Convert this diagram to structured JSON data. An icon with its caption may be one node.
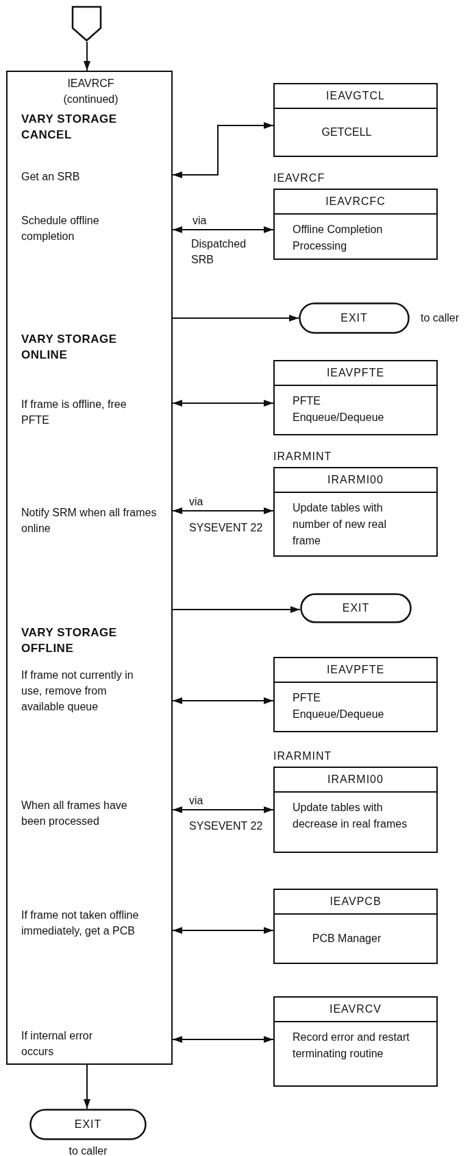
{
  "diagram": {
    "nodes": [
      {
        "text": [],
        "shape": "pentagon"
      },
      {
        "text": [
          "IEAVRCF (continued)",
          "VARY STORAGE CANCEL",
          "Get an SRB",
          "Schedule offline completion",
          "VARY STORAGE ONLINE",
          "If frame is offline, free PFTE",
          "Notify SRM when all frames online",
          "VARY STORAGE OFFLINE",
          "If frame not currently in use, remove from available queue",
          "When all frames have been processed",
          "If frame not taken offline immediately, get a PCB",
          "If internal error occurs"
        ]
      },
      {
        "text": [
          "IEAVGTCL",
          "GETCELL"
        ]
      },
      {
        "text": [
          "IEAVRCF",
          "IEAVRCFC",
          "Offline Completion Processing"
        ]
      },
      {
        "text": [
          "EXIT"
        ],
        "beside": [
          "to caller"
        ]
      },
      {
        "text": [
          "IEAVPFTE",
          "PFTE Enqueue/Dequeue"
        ]
      },
      {
        "text": [
          "IRARMINT",
          "IRARMI00",
          "Update tables with number of new real frame"
        ]
      },
      {
        "text": [
          "EXIT"
        ]
      },
      {
        "text": [
          "IEAVPFTE",
          "PFTE Enqueue/Dequeue"
        ]
      },
      {
        "text": [
          "IRARMINT",
          "IRARMI00",
          "Update tables with decrease in real frames"
        ]
      },
      {
        "text": [
          "IEAVPCB",
          "PCB Manager"
        ]
      },
      {
        "text": [
          "IEAVRCV",
          "Record error and restart terminating routine"
        ]
      },
      {
        "text": [
          "EXIT"
        ],
        "beside": [
          "to caller"
        ]
      }
    ],
    "edges": [
      {
        "from": 0,
        "to": 1,
        "arrow": "to"
      },
      {
        "from": 1,
        "to": 2,
        "arrow": "both"
      },
      {
        "from": 1,
        "to": 3,
        "arrow": "both",
        "label": "via"
      },
      {
        "from": 1,
        "to": 4,
        "arrow": "to"
      },
      {
        "from": 1,
        "to": 5,
        "arrow": "both"
      },
      {
        "from": 1,
        "to": 6,
        "arrow": "both",
        "label": "via"
      },
      {
        "from": 1,
        "to": 7,
        "arrow": "to"
      },
      {
        "from": 1,
        "to": 8,
        "arrow": "both"
      },
      {
        "from": 1,
        "to": 9,
        "arrow": "both",
        "label": "via"
      },
      {
        "from": 1,
        "to": 10,
        "arrow": "both"
      },
      {
        "from": 1,
        "to": 11,
        "arrow": "both"
      },
      {
        "from": 1,
        "to": 12,
        "arrow": "to"
      }
    ],
    "labels": [
      "Dispatched SRB",
      "SYSEVENT 22",
      "SYSEVENT 22"
    ]
  }
}
